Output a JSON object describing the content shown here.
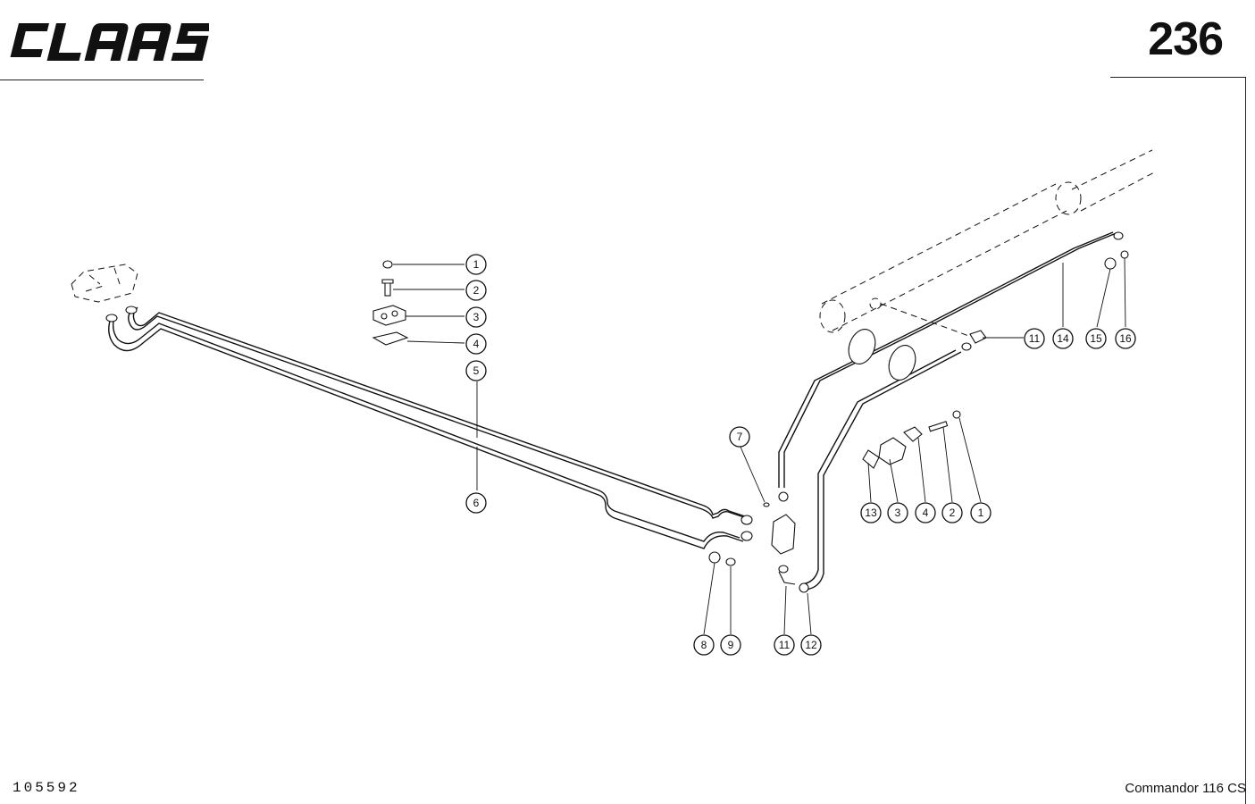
{
  "header": {
    "brand": "CLAAS",
    "page_number": "236"
  },
  "footer": {
    "drawing_number": "105592",
    "model": "Commandor 116 CS"
  },
  "callouts": {
    "left_1": "1",
    "left_2": "2",
    "left_3": "3",
    "left_4": "4",
    "left_5": "5",
    "left_6": "6",
    "c7": "7",
    "c8": "8",
    "c9": "9",
    "c11_bottom": "11",
    "c12": "12",
    "r13": "13",
    "r3": "3",
    "r4": "4",
    "r2": "2",
    "r1": "1",
    "c11_top": "11",
    "c14": "14",
    "c15": "15",
    "c16": "16"
  }
}
